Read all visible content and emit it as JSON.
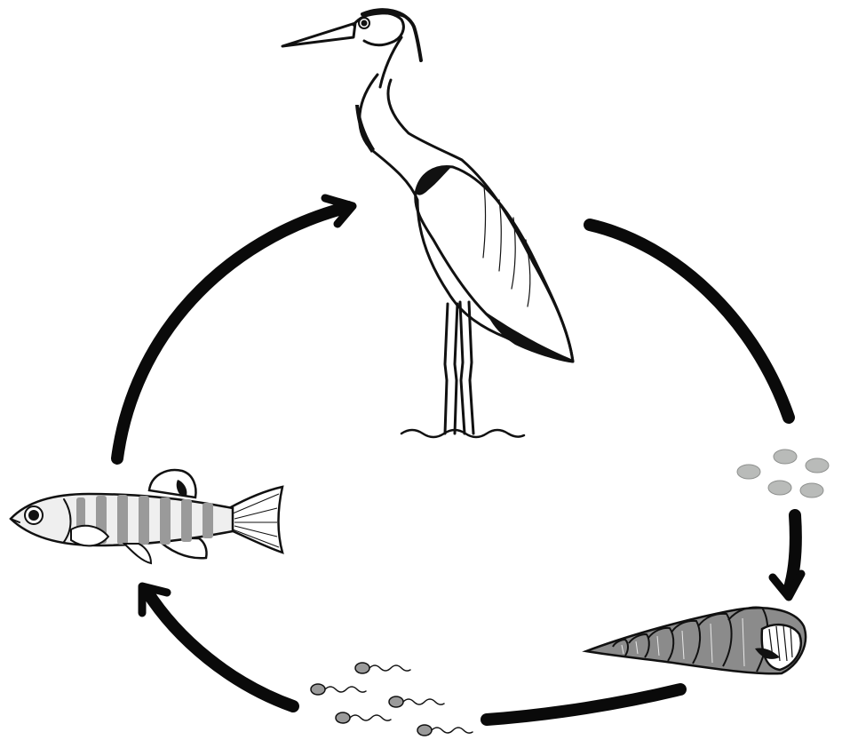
{
  "diagram": {
    "kind": "life-cycle",
    "stages": [
      {
        "id": "heron",
        "icon": "heron-icon"
      },
      {
        "id": "eggs",
        "icon": "eggs-icon"
      },
      {
        "id": "snail",
        "icon": "snail-icon"
      },
      {
        "id": "cercariae",
        "icon": "cercariae-icon"
      },
      {
        "id": "fish",
        "icon": "fish-icon"
      }
    ],
    "flow": [
      "heron",
      "eggs",
      "snail",
      "cercariae",
      "fish",
      "heron"
    ],
    "colors": {
      "ink": "#111111",
      "egg": "#b9bbb9",
      "fish_band": "#9a9a9a",
      "fish_light": "#efefef"
    }
  }
}
